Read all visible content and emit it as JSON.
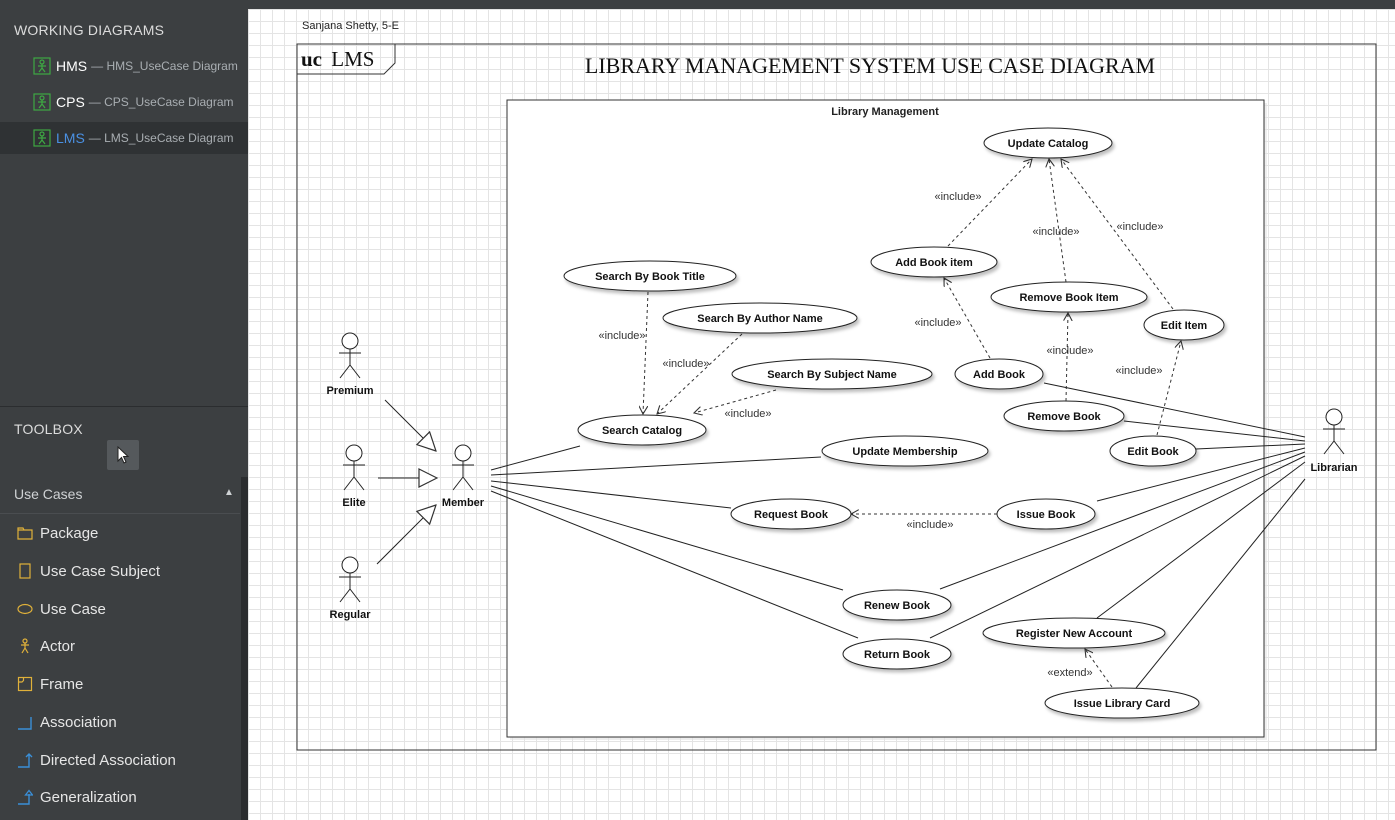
{
  "sidebar": {
    "working_title": "WORKING DIAGRAMS",
    "diagrams": [
      {
        "name": "HMS",
        "sub": "— HMS_UseCase Diagram",
        "active": false
      },
      {
        "name": "CPS",
        "sub": "— CPS_UseCase Diagram",
        "active": false
      },
      {
        "name": "LMS",
        "sub": "— LMS_UseCase Diagram",
        "active": true
      }
    ],
    "toolbox_title": "TOOLBOX",
    "group": "Use Cases",
    "tools": [
      "Package",
      "Use Case Subject",
      "Use Case",
      "Actor",
      "Frame",
      "Association",
      "Directed Association",
      "Generalization"
    ]
  },
  "colors": {
    "sidebar_bg": "#3c3f41",
    "active_item": "#4a90e2",
    "icon_green": "#3ea843",
    "tool_icon_yellow": "#e0b13a",
    "tool_icon_blue": "#3a8fd8"
  },
  "diagram": {
    "author": "Sanjana Shetty, 5-E",
    "frame_kw": "uc",
    "frame_name": "LMS",
    "title": "LIBRARY MANAGEMENT SYSTEM USE CASE DIAGRAM",
    "subject": "Library Management",
    "actors": {
      "premium": "Premium",
      "elite": "Elite",
      "regular": "Regular",
      "member": "Member",
      "librarian": "Librarian"
    },
    "usecases": {
      "search_title": "Search By Book Title",
      "search_author": "Search By Author Name",
      "search_subject": "Search By Subject Name",
      "search_catalog": "Search Catalog",
      "update_catalog": "Update Catalog",
      "add_book_item": "Add Book item",
      "remove_book_item": "Remove Book Item",
      "edit_item": "Edit Item",
      "add_book": "Add Book",
      "remove_book": "Remove Book",
      "edit_book": "Edit Book",
      "update_membership": "Update Membership",
      "request_book": "Request Book",
      "issue_book": "Issue Book",
      "renew_book": "Renew Book",
      "return_book": "Return Book",
      "register_account": "Register New Account",
      "issue_card": "Issue Library Card"
    },
    "rel": {
      "include": "«include»",
      "extend": "«extend»"
    }
  }
}
